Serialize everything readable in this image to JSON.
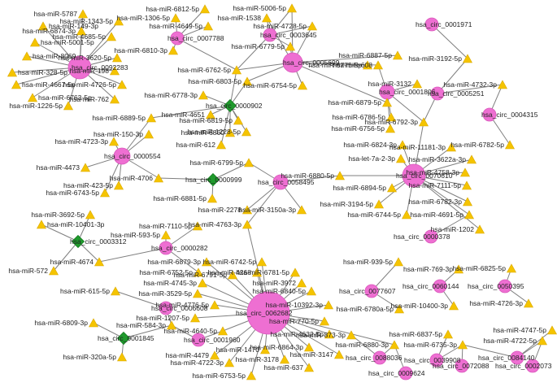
{
  "colors": {
    "circ": "#ee6fd2",
    "circ_stroke": "#d957bb",
    "mirna": "#f5c400",
    "mirna_stroke": "#d9a800",
    "hub": "#1f9a2c",
    "hub_stroke": "#137a1f",
    "edge": "#7f7f7f"
  },
  "circs": [
    {
      "id": "c2283",
      "label": "hsa_circ_0092283"
    },
    {
      "id": "c7788",
      "label": "hsa_circ_0007788"
    },
    {
      "id": "c3645",
      "label": "hsa_circ_0003645"
    },
    {
      "id": "c5699",
      "label": "hsa_circ_0005699"
    },
    {
      "id": "c1971",
      "label": "hsa_circ_0001971"
    },
    {
      "id": "c1806",
      "label": "hsa_circ_0001806"
    },
    {
      "id": "c5251",
      "label": "hsa_circ_0005251"
    },
    {
      "id": "c4315",
      "label": "hsa_circ_0004315"
    },
    {
      "id": "c0554",
      "label": "hsa_circ_0000554"
    },
    {
      "id": "c8495",
      "label": "hsa_circ_0058495"
    },
    {
      "id": "c0610",
      "label": "hsa_circ_0070610"
    },
    {
      "id": "c0378",
      "label": "hsa_circ_0000378"
    },
    {
      "id": "c0282",
      "label": "hsa_circ_0000282"
    },
    {
      "id": "c2682",
      "label": "hsa_circ_0062682"
    },
    {
      "id": "c6608",
      "label": "hsa_circ_0006608"
    },
    {
      "id": "c0196",
      "label": "hsa_circ_0001960"
    },
    {
      "id": "c7607",
      "label": "hsa_circ_0077607"
    },
    {
      "id": "c0144",
      "label": "hsa_circ_0060144"
    },
    {
      "id": "c0395",
      "label": "hsa_circ_0050395"
    },
    {
      "id": "c8036",
      "label": "hsa_circ_0088036"
    },
    {
      "id": "c9624",
      "label": "hsa_circ_0009624"
    },
    {
      "id": "c9908",
      "label": "hsa_circ_0039908"
    },
    {
      "id": "c2088",
      "label": "hsa_circ_0072088"
    },
    {
      "id": "c4140",
      "label": "hsa_circ_0084140"
    },
    {
      "id": "c2073",
      "label": "hsa_circ_0002073"
    }
  ],
  "hubs": [
    {
      "id": "h0902",
      "label": "hsa_circ_0000902"
    },
    {
      "id": "h0999",
      "label": "hsa_circ_0000999"
    },
    {
      "id": "h3312",
      "label": "hsa_circ_0003312"
    },
    {
      "id": "h1845",
      "label": "hsa_circ_0001845"
    }
  ],
  "mirnas": [
    {
      "id": "m5787",
      "label": "hsa-miR-5787"
    },
    {
      "id": "m1343",
      "label": "hsa-miR-1343-5p"
    },
    {
      "id": "m149",
      "label": "hsa-miR-149-3p"
    },
    {
      "id": "m6874",
      "label": "hsa-miR-6874-3p"
    },
    {
      "id": "m5001",
      "label": "hsa-miR-5001-5p"
    },
    {
      "id": "m4685",
      "label": "hsa-miR-4685-5p"
    },
    {
      "id": "m8069",
      "label": "hsa-miR-8069"
    },
    {
      "id": "m3620",
      "label": "hsa-miR-3620-5p"
    },
    {
      "id": "m328",
      "label": "hsa-miR-328-5p"
    },
    {
      "id": "m198",
      "label": "hsa-miR-198"
    },
    {
      "id": "m4667",
      "label": "hsa-miR-4667-5p"
    },
    {
      "id": "m4726",
      "label": "hsa-miR-4726-5p"
    },
    {
      "id": "m6763",
      "label": "hsa-miR-6763-5p"
    },
    {
      "id": "m762",
      "label": "hsa-miR-762"
    },
    {
      "id": "m1226",
      "label": "hsa-miR-1226-5p"
    },
    {
      "id": "m6812",
      "label": "hsa-miR-6812-5p"
    },
    {
      "id": "m1306",
      "label": "hsa-miR-1306-5p"
    },
    {
      "id": "m4649",
      "label": "hsa-miR-4649-5p"
    },
    {
      "id": "m6810",
      "label": "hsa-miR-6810-3p"
    },
    {
      "id": "m1538",
      "label": "hsa-miR-1538"
    },
    {
      "id": "m5006",
      "label": "hsa-miR-5006-5p"
    },
    {
      "id": "m4728",
      "label": "hsa-miR-4728-5p"
    },
    {
      "id": "m6779",
      "label": "hsa-miR-6779-5p"
    },
    {
      "id": "m6762",
      "label": "hsa-miR-6762-5p"
    },
    {
      "id": "m6887",
      "label": "hsa-miR-6887-5p"
    },
    {
      "id": "m6775",
      "label": "hsa-miR-6775-5p"
    },
    {
      "id": "m608",
      "label": "hsa-miR-608"
    },
    {
      "id": "m6803",
      "label": "hsa-miR-6803-5p"
    },
    {
      "id": "m6754",
      "label": "hsa-miR-6754-5p"
    },
    {
      "id": "m3132",
      "label": "hsa-miR-3132"
    },
    {
      "id": "m6778",
      "label": "hsa-miR-6778-3p"
    },
    {
      "id": "m6879a",
      "label": "hsa-miR-6879-5p"
    },
    {
      "id": "m3192",
      "label": "hsa-miR-3192-5p"
    },
    {
      "id": "m4732",
      "label": "hsa-miR-4732-3p"
    },
    {
      "id": "m6889",
      "label": "hsa-miR-6889-5p"
    },
    {
      "id": "m4651",
      "label": "hsa-miR-4651"
    },
    {
      "id": "m6819",
      "label": "hsa-miR-6819-5p"
    },
    {
      "id": "m6786",
      "label": "hsa-miR-6786-5p"
    },
    {
      "id": "m6756",
      "label": "hsa-miR-6756-5p"
    },
    {
      "id": "m6792",
      "label": "hsa-miR-6792-3p"
    },
    {
      "id": "m1228",
      "label": "hsa-miR-1228-5p"
    },
    {
      "id": "m150",
      "label": "hsa-miR-150-3p"
    },
    {
      "id": "m6860",
      "label": "hsa-miR-6860"
    },
    {
      "id": "m612",
      "label": "hsa-miR-612"
    },
    {
      "id": "m6782a",
      "label": "hsa-miR-6782-5p"
    },
    {
      "id": "m4723",
      "label": "hsa-miR-4723-3p"
    },
    {
      "id": "m6824",
      "label": "hsa-miR-6824-3p"
    },
    {
      "id": "m11181",
      "label": "hsa-miR-11181-3p"
    },
    {
      "id": "mlet7a",
      "label": "hsa-let-7a-2-3p"
    },
    {
      "id": "m3622",
      "label": "hsa-miR-3622a-3p"
    },
    {
      "id": "m4473",
      "label": "hsa-miR-4473"
    },
    {
      "id": "m6799",
      "label": "hsa-miR-6799-5p"
    },
    {
      "id": "m4758",
      "label": "hsa-miR-4758-3p"
    },
    {
      "id": "m4706",
      "label": "hsa-miR-4706"
    },
    {
      "id": "m6880a",
      "label": "hsa-miR-6880-5p"
    },
    {
      "id": "m423",
      "label": "hsa-miR-423-5p"
    },
    {
      "id": "m6894",
      "label": "hsa-miR-6894-5p"
    },
    {
      "id": "m7111",
      "label": "hsa-miR-7111-5p"
    },
    {
      "id": "m6743",
      "label": "hsa-miR-6743-5p"
    },
    {
      "id": "m6881",
      "label": "hsa-miR-6881-5p"
    },
    {
      "id": "m6782b",
      "label": "hsa-miR-6782-3p"
    },
    {
      "id": "m2278",
      "label": "hsa-miR-2278"
    },
    {
      "id": "m3194",
      "label": "hsa-miR-3194-5p"
    },
    {
      "id": "m6744",
      "label": "hsa-miR-6744-5p"
    },
    {
      "id": "m4691",
      "label": "hsa-miR-4691-5p"
    },
    {
      "id": "m10401",
      "label": "hsa-miR-10401-3p"
    },
    {
      "id": "m3692",
      "label": "hsa-miR-3692-5p"
    },
    {
      "id": "m3150",
      "label": "hsa-miR-3150a-3p"
    },
    {
      "id": "m4763",
      "label": "hsa-miR-4763-3p"
    },
    {
      "id": "m1202",
      "label": "hsa-miR-1202"
    },
    {
      "id": "m7110",
      "label": "hsa-miR-7110-5p"
    },
    {
      "id": "m593",
      "label": "hsa-miR-593-5p"
    },
    {
      "id": "m4674",
      "label": "hsa-miR-4674"
    },
    {
      "id": "m572",
      "label": "hsa-miR-572"
    },
    {
      "id": "m6752",
      "label": "hsa-miR-6752-5p"
    },
    {
      "id": "m6879b",
      "label": "hsa-miR-6879-3p"
    },
    {
      "id": "m6742",
      "label": "hsa-miR-6742-5p"
    },
    {
      "id": "m939",
      "label": "hsa-miR-939-5p"
    },
    {
      "id": "m4268",
      "label": "hsa-miR-4268"
    },
    {
      "id": "m6791",
      "label": "hsa-miR-6791-5p"
    },
    {
      "id": "m6781",
      "label": "hsa-miR-6781-5p"
    },
    {
      "id": "m769",
      "label": "hsa-miR-769-3p"
    },
    {
      "id": "m6825",
      "label": "hsa-miR-6825-5p"
    },
    {
      "id": "m4745",
      "label": "hsa-miR-4745-3p"
    },
    {
      "id": "m3972",
      "label": "hsa-miR-3972"
    },
    {
      "id": "m3529",
      "label": "hsa-miR-3529-5p"
    },
    {
      "id": "m6840",
      "label": "hsa-miR-6840-5p"
    },
    {
      "id": "m615",
      "label": "hsa-miR-615-5p"
    },
    {
      "id": "m10392",
      "label": "hsa-miR-10392-3p"
    },
    {
      "id": "m4776",
      "label": "hsa-miR-4776-5p"
    },
    {
      "id": "m6780",
      "label": "hsa-miR-6780a-5p"
    },
    {
      "id": "m10400",
      "label": "hsa-miR-10400-3p"
    },
    {
      "id": "m4726b",
      "label": "hsa-miR-4726-3p"
    },
    {
      "id": "m1207",
      "label": "hsa-miR-1207-5p"
    },
    {
      "id": "m770",
      "label": "hsa-miR-770-5p"
    },
    {
      "id": "m6809",
      "label": "hsa-miR-6809-3p"
    },
    {
      "id": "m584",
      "label": "hsa-miR-584-3p"
    },
    {
      "id": "m4640",
      "label": "hsa-miR-4640-5p"
    },
    {
      "id": "m4632",
      "label": "hsa-miR-4632-5p"
    },
    {
      "id": "m6837",
      "label": "hsa-miR-6837-5p"
    },
    {
      "id": "m4747",
      "label": "hsa-miR-4747-5p"
    },
    {
      "id": "m6880b",
      "label": "hsa-miR-6880-3p"
    },
    {
      "id": "m873",
      "label": "hsa-miR-873-3p"
    },
    {
      "id": "m6735",
      "label": "hsa-miR-6735-3p"
    },
    {
      "id": "m4722a",
      "label": "hsa-miR-4722-5p"
    },
    {
      "id": "m320",
      "label": "hsa-miR-320a-5p"
    },
    {
      "id": "m4479",
      "label": "hsa-miR-4479"
    },
    {
      "id": "m1470",
      "label": "hsa-miR-1470"
    },
    {
      "id": "m6864",
      "label": "hsa-miR-6864-3p"
    },
    {
      "id": "m3147",
      "label": "hsa-miR-3147"
    },
    {
      "id": "m4722b",
      "label": "hsa-miR-4722-3p"
    },
    {
      "id": "m3178",
      "label": "hsa-miR-3178"
    },
    {
      "id": "m637",
      "label": "hsa-miR-637"
    },
    {
      "id": "m6753",
      "label": "hsa-miR-6753-5p"
    }
  ],
  "edges": [
    [
      "c2283",
      "m5787"
    ],
    [
      "c2283",
      "m1343"
    ],
    [
      "c2283",
      "m149"
    ],
    [
      "c2283",
      "m6874"
    ],
    [
      "c2283",
      "m5001"
    ],
    [
      "c2283",
      "m4685"
    ],
    [
      "c2283",
      "m8069"
    ],
    [
      "c2283",
      "m3620"
    ],
    [
      "c2283",
      "m328"
    ],
    [
      "c2283",
      "m198"
    ],
    [
      "c2283",
      "m4667"
    ],
    [
      "c2283",
      "m4726"
    ],
    [
      "c2283",
      "m6763"
    ],
    [
      "c2283",
      "m762"
    ],
    [
      "c2283",
      "m1226"
    ],
    [
      "c7788",
      "m6812"
    ],
    [
      "c7788",
      "m1306"
    ],
    [
      "c7788",
      "m4649"
    ],
    [
      "c7788",
      "m6810"
    ],
    [
      "c7788",
      "m6762"
    ],
    [
      "c3645",
      "m1538"
    ],
    [
      "c3645",
      "m5006"
    ],
    [
      "c3645",
      "m4728"
    ],
    [
      "c3645",
      "m6779"
    ],
    [
      "c3645",
      "m6762"
    ],
    [
      "c5699",
      "m6887"
    ],
    [
      "c5699",
      "m6775"
    ],
    [
      "c5699",
      "m608"
    ],
    [
      "c5699",
      "m6803"
    ],
    [
      "c5699",
      "m6754"
    ],
    [
      "c5699",
      "m6879a"
    ],
    [
      "c5699",
      "m1538"
    ],
    [
      "c5699",
      "m5006"
    ],
    [
      "c5699",
      "m4728"
    ],
    [
      "c5699",
      "m6779"
    ],
    [
      "c5699",
      "m6762"
    ],
    [
      "c1806",
      "m3132"
    ],
    [
      "c1806",
      "m6786"
    ],
    [
      "c1806",
      "m6756"
    ],
    [
      "c1806",
      "m6792"
    ],
    [
      "c1806",
      "m6879a"
    ],
    [
      "c1806",
      "m608"
    ],
    [
      "c1971",
      "m3192"
    ],
    [
      "c5251",
      "m3192"
    ],
    [
      "c5251",
      "m4732"
    ],
    [
      "c5251",
      "m6792"
    ],
    [
      "c4315",
      "m4732"
    ],
    [
      "c4315",
      "m6782a"
    ],
    [
      "h0902",
      "m6778"
    ],
    [
      "h0902",
      "m4651"
    ],
    [
      "h0902",
      "m6819"
    ],
    [
      "h0902",
      "m1228"
    ],
    [
      "h0902",
      "m6860"
    ],
    [
      "h0902",
      "m612"
    ],
    [
      "h0902",
      "m6803"
    ],
    [
      "h0902",
      "m6889"
    ],
    [
      "h0902",
      "m6762"
    ],
    [
      "c0554",
      "m150"
    ],
    [
      "c0554",
      "m4723"
    ],
    [
      "c0554",
      "m4473"
    ],
    [
      "c0554",
      "m4706"
    ],
    [
      "c0554",
      "m423"
    ],
    [
      "c0554",
      "m6743"
    ],
    [
      "c0554",
      "m6889"
    ],
    [
      "h0999",
      "m4706"
    ],
    [
      "h0999",
      "m6881"
    ],
    [
      "h0999",
      "m6799"
    ],
    [
      "c8495",
      "m6799"
    ],
    [
      "c8495",
      "m6880a"
    ],
    [
      "c8495",
      "m2278"
    ],
    [
      "c8495",
      "m3150"
    ],
    [
      "c8495",
      "m4763"
    ],
    [
      "c0610",
      "m6824"
    ],
    [
      "c0610",
      "m11181"
    ],
    [
      "c0610",
      "mlet7a"
    ],
    [
      "c0610",
      "m3622"
    ],
    [
      "c0610",
      "m4758"
    ],
    [
      "c0610",
      "m6880a"
    ],
    [
      "c0610",
      "m6894"
    ],
    [
      "c0610",
      "m7111"
    ],
    [
      "c0610",
      "m6782b"
    ],
    [
      "c0610",
      "m3194"
    ],
    [
      "c0610",
      "m6744"
    ],
    [
      "c0610",
      "m4691"
    ],
    [
      "c0610",
      "m1202"
    ],
    [
      "c0610",
      "m6792"
    ],
    [
      "c0378",
      "m4691"
    ],
    [
      "h3312",
      "m10401"
    ],
    [
      "h3312",
      "m3692"
    ],
    [
      "h3312",
      "m4674"
    ],
    [
      "h3312",
      "m572"
    ],
    [
      "c0282",
      "m7110"
    ],
    [
      "c0282",
      "m593"
    ],
    [
      "c0282",
      "m6752"
    ],
    [
      "c0282",
      "m4674"
    ],
    [
      "c2682",
      "m6879b"
    ],
    [
      "c2682",
      "m6742"
    ],
    [
      "c2682",
      "m4268"
    ],
    [
      "c2682",
      "m6791"
    ],
    [
      "c2682",
      "m6781"
    ],
    [
      "c2682",
      "m4745"
    ],
    [
      "c2682",
      "m3972"
    ],
    [
      "c2682",
      "m3529"
    ],
    [
      "c2682",
      "m6840"
    ],
    [
      "c2682",
      "m10392"
    ],
    [
      "c2682",
      "m4776"
    ],
    [
      "c2682",
      "m770"
    ],
    [
      "c2682",
      "m1207"
    ],
    [
      "c2682",
      "m4640"
    ],
    [
      "c2682",
      "m4632"
    ],
    [
      "c2682",
      "m6880b"
    ],
    [
      "c2682",
      "m4479"
    ],
    [
      "c2682",
      "m1470"
    ],
    [
      "c2682",
      "m6864"
    ],
    [
      "c2682",
      "m3147"
    ],
    [
      "c2682",
      "m4722b"
    ],
    [
      "c2682",
      "m3178"
    ],
    [
      "c2682",
      "m637"
    ],
    [
      "c2682",
      "m6753"
    ],
    [
      "c2682",
      "m4763"
    ],
    [
      "c6608",
      "m615"
    ],
    [
      "c6608",
      "m584"
    ],
    [
      "c0196",
      "m584"
    ],
    [
      "c0196",
      "m4640"
    ],
    [
      "h1845",
      "m6809"
    ],
    [
      "h1845",
      "m320"
    ],
    [
      "h1845",
      "m584"
    ],
    [
      "c7607",
      "m939"
    ],
    [
      "c7607",
      "m6780"
    ],
    [
      "c0144",
      "m769"
    ],
    [
      "c0144",
      "m10400"
    ],
    [
      "c0395",
      "m6825"
    ],
    [
      "c0395",
      "m4726b"
    ],
    [
      "c8036",
      "m873"
    ],
    [
      "c8036",
      "m6880b"
    ],
    [
      "c9624",
      "m6880b"
    ],
    [
      "c9908",
      "m6837"
    ],
    [
      "c9908",
      "m6735"
    ],
    [
      "c2088",
      "m6735"
    ],
    [
      "c4140",
      "m4747"
    ],
    [
      "c4140",
      "m4722a"
    ],
    [
      "c4140",
      "m6735"
    ],
    [
      "c2073",
      "m4722a"
    ]
  ]
}
